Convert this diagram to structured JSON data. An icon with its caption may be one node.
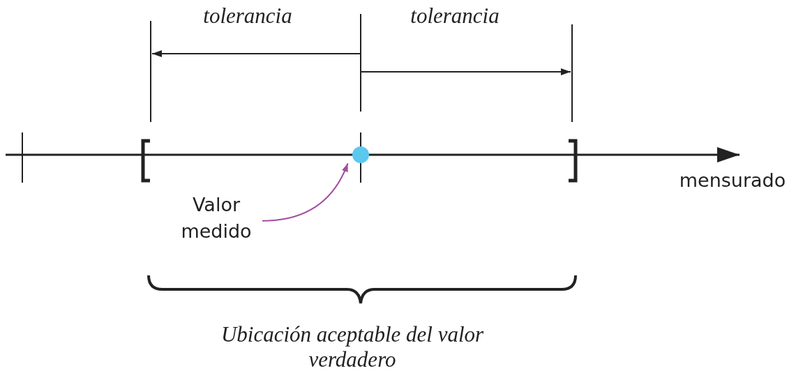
{
  "diagram": {
    "nodes": [
      {
        "text": [
          "Valor medido"
        ]
      },
      {
        "text": [],
        "shape": "circle"
      }
    ],
    "edges": [
      {
        "from": 0,
        "to": 1,
        "arrow": "to",
        "color": "#a24d9f"
      }
    ],
    "labels": [
      "tolerancia",
      "tolerancia",
      "mensurado",
      "Ubicación aceptable del valor verdadero"
    ]
  }
}
